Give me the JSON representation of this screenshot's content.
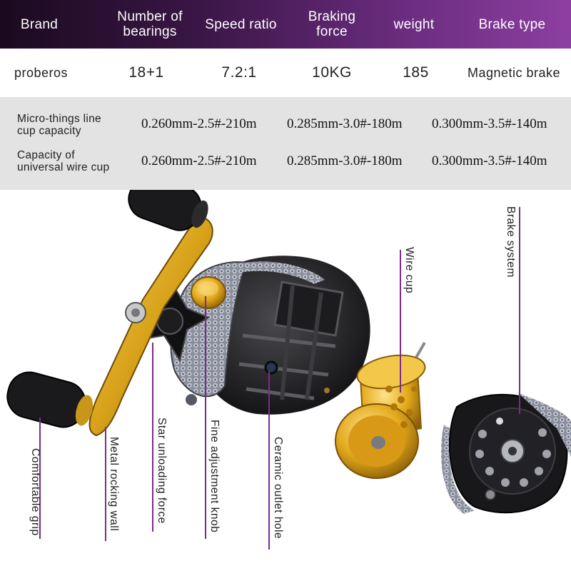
{
  "specs": {
    "headers": {
      "brand": "Brand",
      "bearings_line1": "Number of",
      "bearings_line2": "bearings",
      "speed_ratio": "Speed ratio",
      "braking_line1": "Braking",
      "braking_line2": "force",
      "weight": "weight",
      "brake_type": "Brake type"
    },
    "values": {
      "brand": "proberos",
      "bearings": "18+1",
      "speed_ratio": "7.2:1",
      "braking_force": "10KG",
      "weight": "185",
      "brake_type": "Magnetic brake"
    }
  },
  "capacity": {
    "rows": [
      {
        "label_line1": "Micro-things line",
        "label_line2": "cup capacity",
        "values": [
          "0.260mm-2.5#-210m",
          "0.285mm-3.0#-180m",
          "0.300mm-3.5#-140m"
        ]
      },
      {
        "label_line1": "Capacity of",
        "label_line2": "universal wire cup",
        "values": [
          "0.260mm-2.5#-210m",
          "0.285mm-3.0#-180m",
          "0.300mm-3.5#-140m"
        ]
      }
    ]
  },
  "callouts": {
    "comfortable_grip": "Comfortable grip",
    "metal_rocking_wall": "Metal rocking wall",
    "star_unloading_force": "Star unloading force",
    "fine_adjustment_knob": "Fine adjustment knob",
    "ceramic_outlet_hole": "Ceramic outlet hole",
    "wire_cup": "Wire cup",
    "brake_system": "Brake system"
  },
  "colors": {
    "header_gradient_start": "#1a0a1e",
    "header_gradient_end": "#8c3fa0",
    "callout_line": "#7b2c8a",
    "spool_gold": "#e2a91c",
    "handle_gold": "#d8a21a"
  }
}
